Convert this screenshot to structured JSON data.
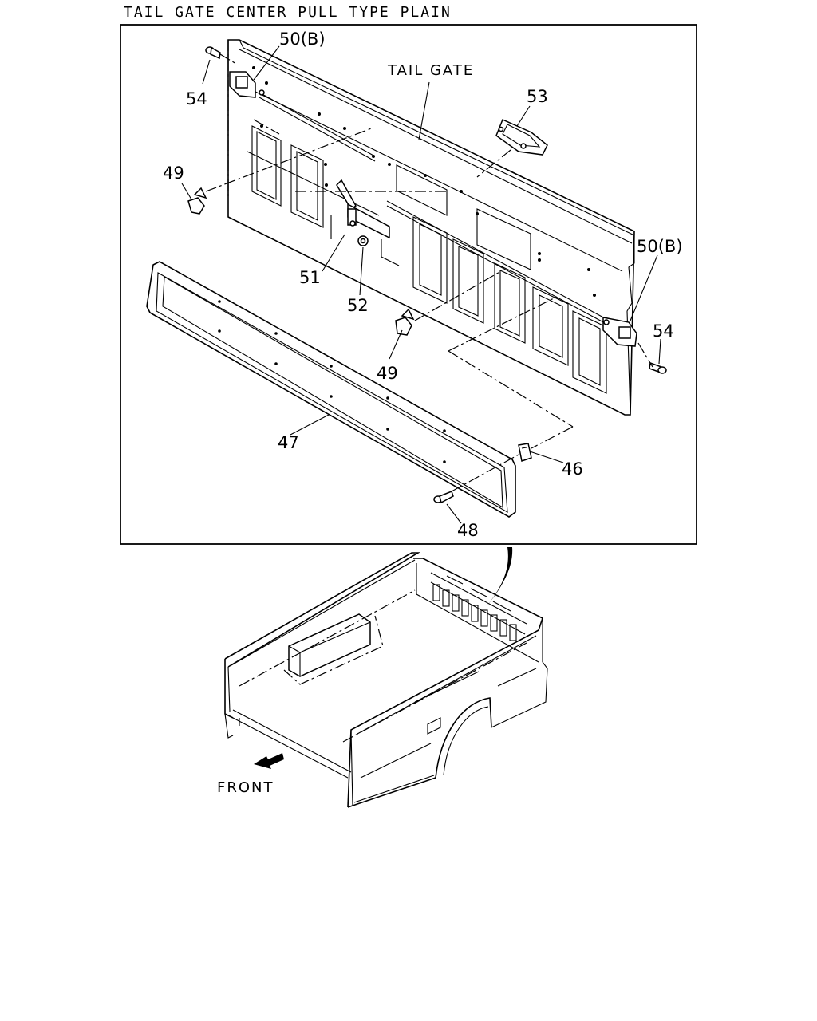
{
  "title": "TAIL GATE CENTER PULL TYPE PLAIN",
  "labels": {
    "tail_gate": "TAIL GATE",
    "front": "FRONT"
  },
  "callouts": {
    "p50b_top": "50(B)",
    "p50b_right": "50(B)",
    "p54_top": "54",
    "p54_right": "54",
    "p53": "53",
    "p49_left": "49",
    "p49_center": "49",
    "p51": "51",
    "p52": "52",
    "p47": "47",
    "p46": "46",
    "p48": "48"
  }
}
